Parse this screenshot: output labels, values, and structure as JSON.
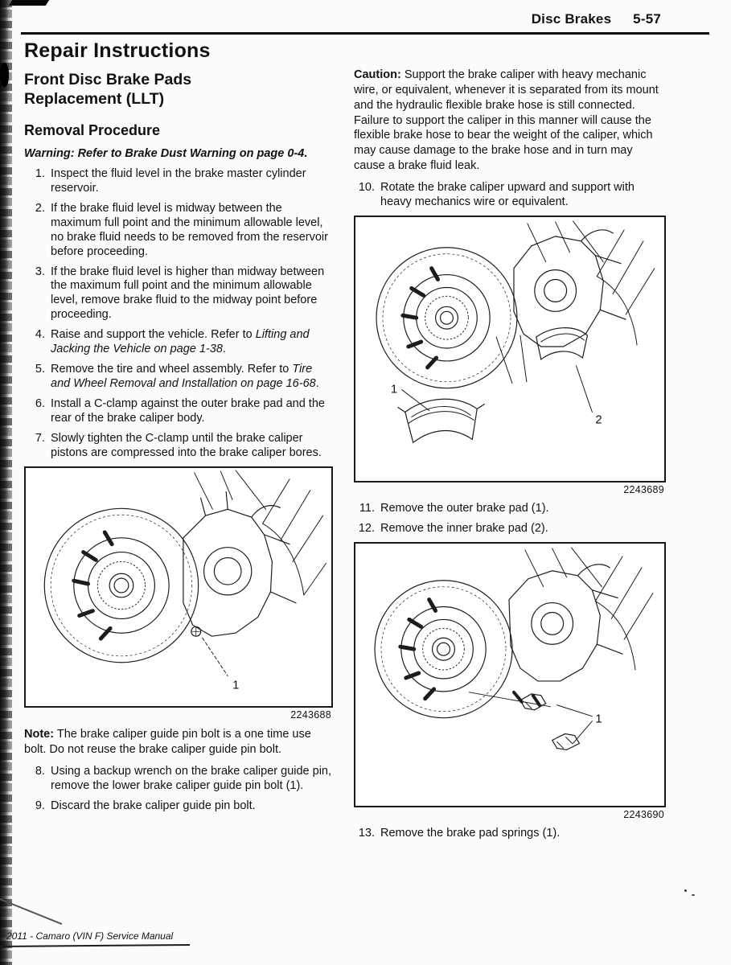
{
  "colors": {
    "ink": "#111111",
    "paper": "#fcfcfa"
  },
  "header": {
    "section_title": "Disc Brakes",
    "page_number": "5-57"
  },
  "title": "Repair Instructions",
  "procedure": {
    "heading_line1": "Front Disc Brake Pads",
    "heading_line2": "Replacement (LLT)",
    "subheading": "Removal Procedure",
    "warning": "Warning: Refer to Brake Dust Warning on page 0-4."
  },
  "steps": [
    {
      "num": "1.",
      "pre": "Inspect the fluid level in the brake master cylinder reservoir."
    },
    {
      "num": "2.",
      "pre": "If the brake fluid level is midway between the maximum full point and the minimum allowable level, no brake fluid needs to be removed from the reservoir before proceeding."
    },
    {
      "num": "3.",
      "pre": "If the brake fluid level is higher than midway between the maximum full point and the minimum allowable level, remove brake fluid to the midway point before proceeding."
    },
    {
      "num": "4.",
      "pre": "Raise and support the vehicle. Refer to ",
      "em": "Lifting and Jacking the Vehicle on page 1-38",
      "post": "."
    },
    {
      "num": "5.",
      "pre": "Remove the tire and wheel assembly. Refer to ",
      "em": "Tire and Wheel Removal and Installation on page 16-68",
      "post": "."
    },
    {
      "num": "6.",
      "pre": "Install a C-clamp against the outer brake pad and the rear of the brake caliper body."
    },
    {
      "num": "7.",
      "pre": "Slowly tighten the C-clamp until the brake caliper pistons are compressed into the brake caliper bores."
    },
    {
      "num": "8.",
      "pre": "Using a backup wrench on the brake caliper guide pin, remove the lower brake caliper guide pin bolt (1)."
    },
    {
      "num": "9.",
      "pre": "Discard the brake caliper guide pin bolt."
    },
    {
      "num": "10.",
      "pre": "Rotate the brake caliper upward and support with heavy mechanics wire or equivalent."
    },
    {
      "num": "11.",
      "pre": "Remove the outer brake pad (1)."
    },
    {
      "num": "12.",
      "pre": "Remove the inner brake pad (2)."
    },
    {
      "num": "13.",
      "pre": "Remove the brake pad springs (1)."
    }
  ],
  "note": {
    "label": "Note:",
    "text": "The brake caliper guide pin bolt is a one time use bolt. Do not reuse the brake caliper guide pin bolt."
  },
  "caution": {
    "label": "Caution:",
    "text": "Support the brake caliper with heavy mechanic wire, or equivalent, whenever it is separated from its mount and the hydraulic flexible brake hose is still connected. Failure to support the caliper in this manner will cause the flexible brake hose to bear the weight of the caliper, which may cause damage to the brake hose and in turn may cause a brake fluid leak.",
    "caution_word": "Caution:"
  },
  "figures": {
    "fig1": {
      "id": "2243688",
      "callouts": {
        "c1": "1"
      }
    },
    "fig2": {
      "id": "2243689",
      "callouts": {
        "c1": "1",
        "c2": "2"
      }
    },
    "fig3": {
      "id": "2243690",
      "callouts": {
        "c1": "1"
      }
    }
  },
  "footer": {
    "text": "2011 - Camaro (VIN F) Service Manual"
  }
}
